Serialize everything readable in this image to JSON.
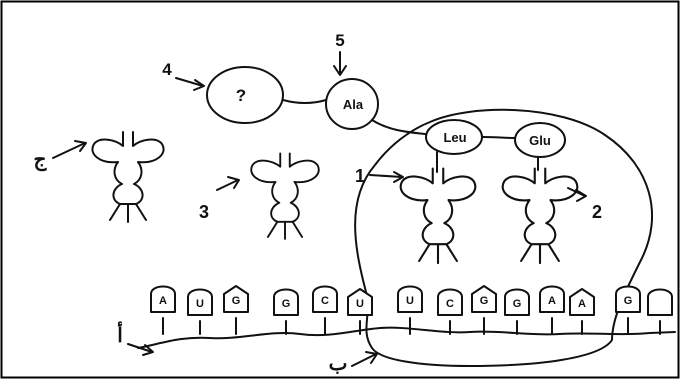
{
  "numbers": {
    "n1": "1",
    "n2": "2",
    "n3": "3",
    "n4": "4",
    "n5": "5"
  },
  "arabic": {
    "jeem": "ج",
    "alif": "أ",
    "ba": "ب"
  },
  "amino_acids": {
    "unknown": "?",
    "ala": "Ala",
    "leu": "Leu",
    "glu": "Glu"
  },
  "bases": [
    "A",
    "U",
    "G",
    "G",
    "C",
    "U",
    "U",
    "C",
    "G",
    "G",
    "A",
    "A",
    "G",
    ""
  ]
}
